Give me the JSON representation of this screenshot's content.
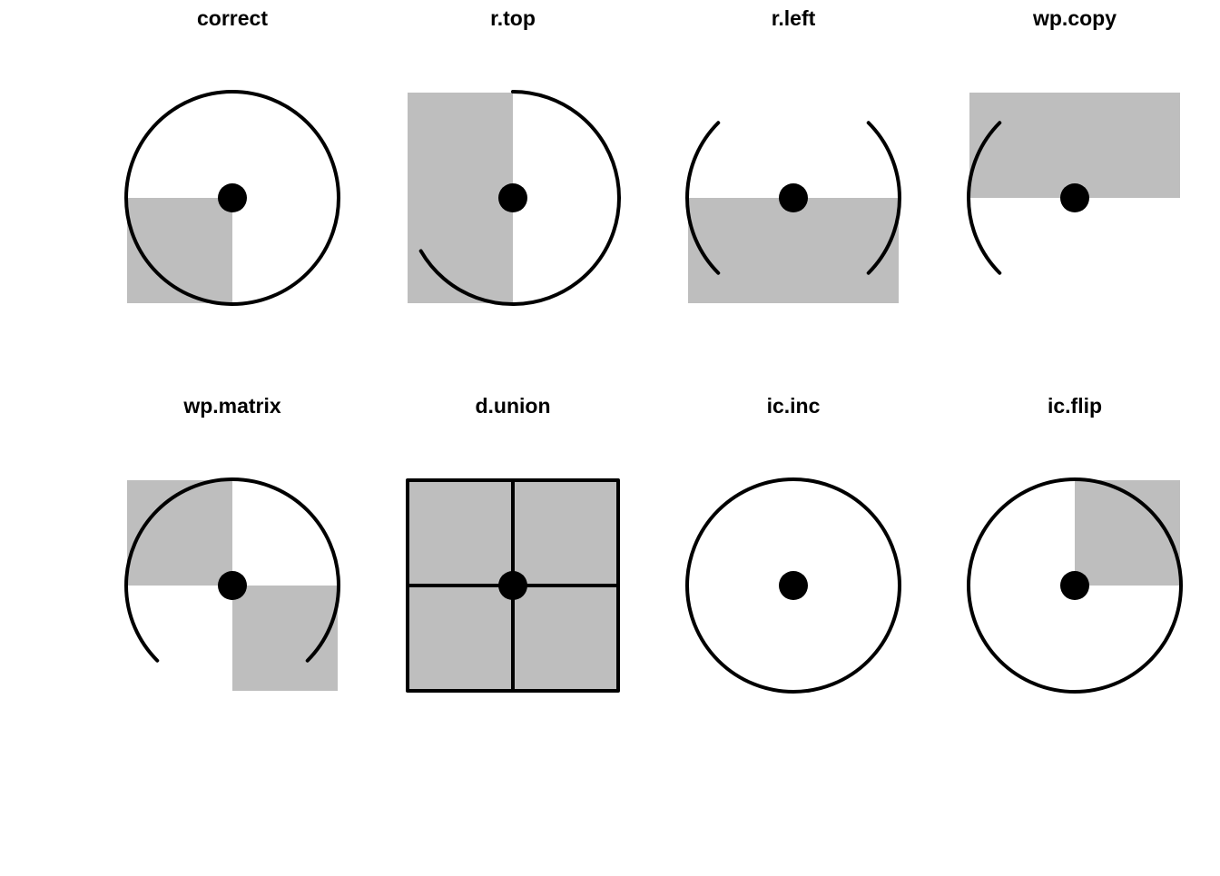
{
  "colors": {
    "background": "#ffffff",
    "stroke": "#000000",
    "fill": "#bebebe"
  },
  "panels": [
    {
      "title": "correct",
      "arc_start_deg": 0,
      "arc_extent_deg": 360,
      "filled_quadrants": [
        3
      ],
      "shape": "circle"
    },
    {
      "title": "r.top",
      "arc_start_deg": 210,
      "arc_extent_deg": 240,
      "filled_quadrants": [
        2,
        3
      ],
      "shape": "circle"
    },
    {
      "title": "r.left",
      "arc_start_deg": 135,
      "arc_extent_deg": 90,
      "filled_quadrants": [
        3,
        4
      ],
      "shape": "circle",
      "mirror": true
    },
    {
      "title": "wp.copy",
      "arc_start_deg": 135,
      "arc_extent_deg": 90,
      "filled_quadrants": [
        1,
        2
      ],
      "shape": "circle"
    },
    {
      "title": "wp.matrix",
      "arc_start_deg": 315,
      "arc_extent_deg": 270,
      "filled_quadrants": [
        2,
        4
      ],
      "shape": "circle"
    },
    {
      "title": "d.union",
      "arc_start_deg": 0,
      "arc_extent_deg": 360,
      "filled_quadrants": [
        1,
        2,
        3,
        4
      ],
      "shape": "square"
    },
    {
      "title": "ic.inc",
      "arc_start_deg": 0,
      "arc_extent_deg": 360,
      "filled_quadrants": [],
      "shape": "circle"
    },
    {
      "title": "ic.flip",
      "arc_start_deg": 0,
      "arc_extent_deg": 360,
      "filled_quadrants": [
        1
      ],
      "shape": "circle"
    }
  ]
}
